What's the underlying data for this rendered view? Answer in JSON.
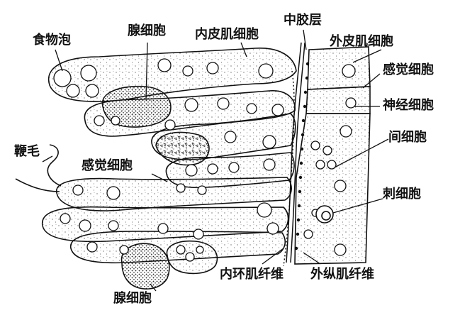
{
  "labels": {
    "food_vacuole": "食物泡",
    "gland_cell_top": "腺细胞",
    "inner_dermal_muscle_cell": "内皮肌细胞",
    "mesoglea": "中胶层",
    "outer_dermal_muscle_cell": "外皮肌细胞",
    "sensory_cell_right": "感觉细胞",
    "nerve_cell": "神经细胞",
    "interstitial_cell": "间细胞",
    "flagellum": "鞭毛",
    "sensory_cell_left": "感觉细胞",
    "cnidocyte": "刺细胞",
    "inner_circular_muscle_fiber": "内环肌纤维",
    "outer_longitudinal_muscle_fiber": "外纵肌纤维",
    "gland_cell_bottom": "腺细胞"
  },
  "colors": {
    "ink": "#111111",
    "background": "#ffffff"
  }
}
